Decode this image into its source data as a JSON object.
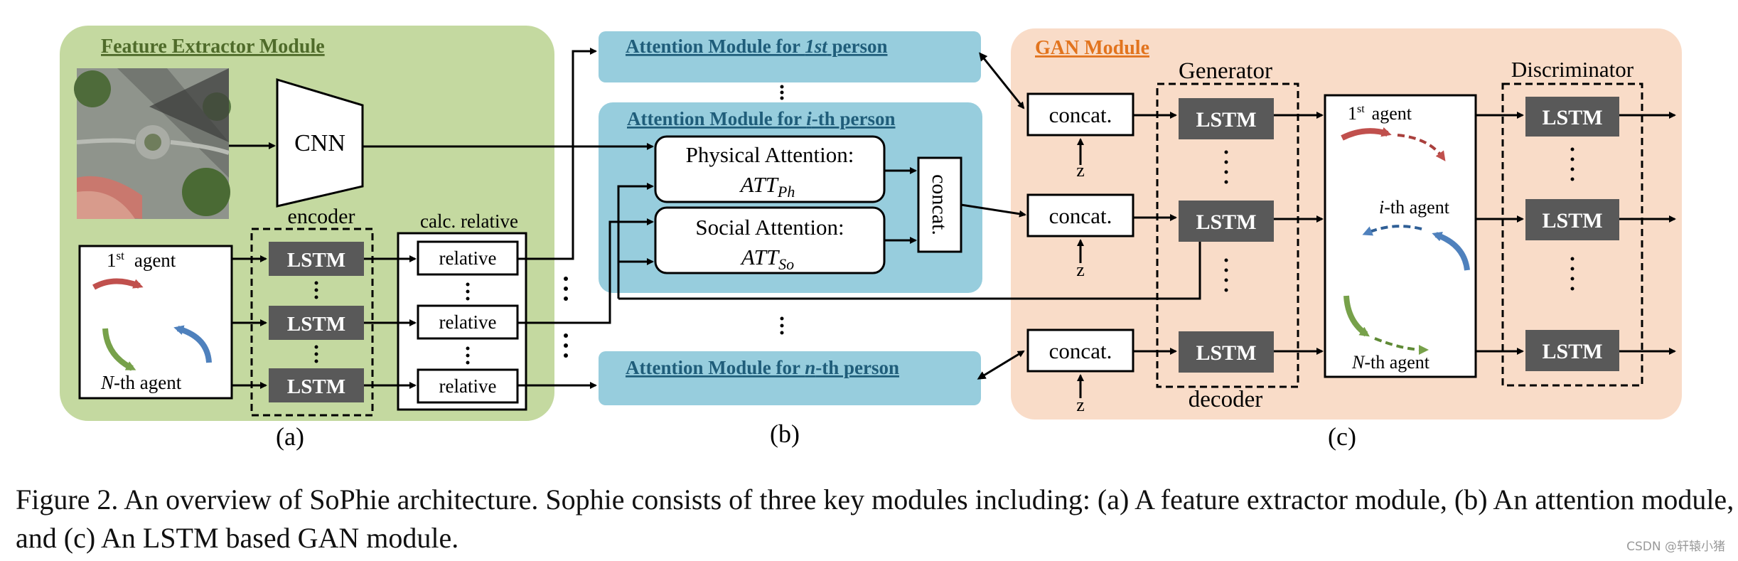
{
  "panel_a": {
    "title": "Feature Extractor Module",
    "cnn_label": "CNN",
    "encoder_label": "encoder",
    "calc_label": "calc. relative",
    "lstm_label": "LSTM",
    "relative_label": "relative",
    "agent_first_prefix": "1",
    "agent_first_sup": "st",
    "agent_first_suffix": "agent",
    "agent_n_italic": "N",
    "agent_n_suffix": "-th agent",
    "letter": "(a)"
  },
  "panel_b": {
    "attn_first_prefix": "Attention Module for ",
    "attn_first_italic": "1st",
    "attn_first_suffix": " person",
    "attn_i_prefix": "Attention Module for ",
    "attn_i_italic": "i",
    "attn_i_suffix": "-th person",
    "attn_n_prefix": "Attention Module for ",
    "attn_n_italic": "n",
    "attn_n_suffix": "-th person",
    "physical_label": "Physical Attention:",
    "physical_sym": "ATT",
    "physical_sub": "Ph",
    "social_label": "Social Attention:",
    "social_sym": "ATT",
    "social_sub": "So",
    "concat_label": "concat.",
    "letter": "(b)"
  },
  "panel_c": {
    "title": "GAN Module",
    "generator_label": "Generator",
    "discriminator_label": "Discriminator",
    "decoder_label": "decoder",
    "concat_label": "concat.",
    "z_label": "z",
    "lstm_label": "LSTM",
    "agent_first_prefix": "1",
    "agent_first_sup": "st",
    "agent_first_suffix": "agent",
    "agent_i_italic": "i",
    "agent_i_suffix": "-th agent",
    "agent_n_italic": "N",
    "agent_n_suffix": "-th agent",
    "letter": "(c)"
  },
  "caption": "Figure 2. An overview of SoPhie architecture. Sophie consists of three key modules including: (a) A feature extractor module, (b) An attention module, and (c) An LSTM based GAN module.",
  "watermark": "CSDN @轩辕小猪",
  "colors": {
    "green_panel": "#c4d9a0",
    "blue_panel": "#97cddd",
    "orange_panel": "#f9dcc8",
    "lstm_fill": "#595959",
    "green_title": "#4f6b2a",
    "blue_title": "#1f5d7a",
    "orange_title": "#e2741e",
    "red_arrow": "#c0504d",
    "blue_arrow": "#4f81bd",
    "green_arrow": "#77a14a"
  }
}
